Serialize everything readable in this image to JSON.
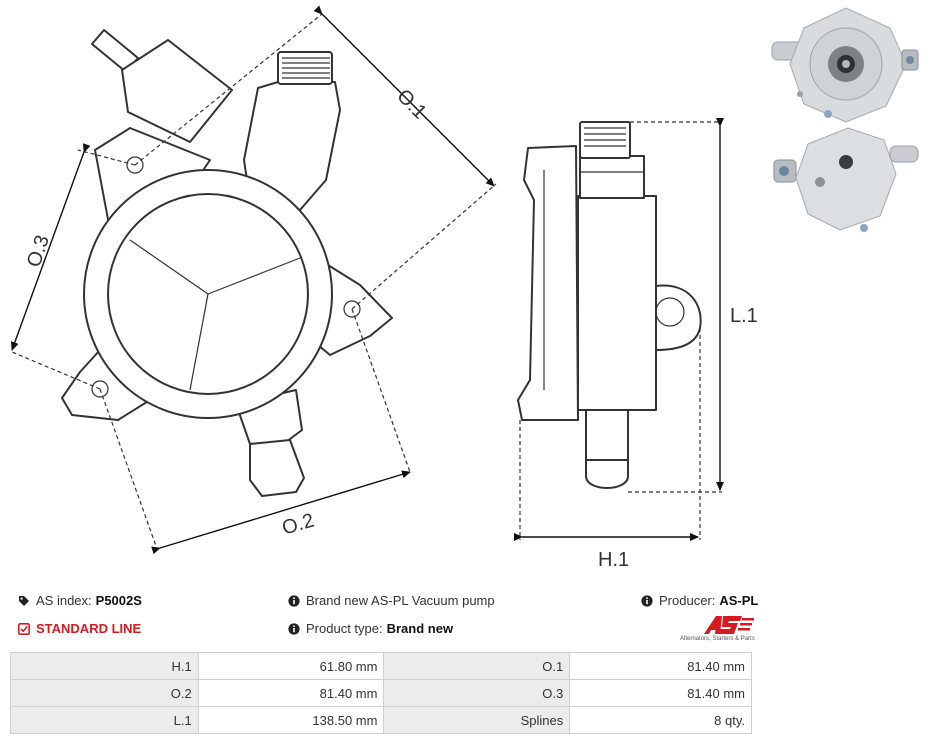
{
  "drawing": {
    "labels": {
      "o1": "O.1",
      "o2": "O.2",
      "o3": "O.3",
      "l1": "L.1",
      "h1": "H.1"
    }
  },
  "info": {
    "index_label": "AS index:",
    "index_value": "P5002S",
    "line_label": "STANDARD LINE",
    "description": "Brand new AS-PL Vacuum pump",
    "product_type_label": "Product type:",
    "product_type_value": "Brand new",
    "producer_label": "Producer:",
    "producer_value": "AS-PL"
  },
  "logo": {
    "mark": "AS",
    "tagline": "Alternators, Starters & Parts",
    "color": "#d71920"
  },
  "specs": {
    "rows": [
      [
        {
          "k": "H.1",
          "v": "61.80 mm"
        },
        {
          "k": "O.1",
          "v": "81.40 mm"
        }
      ],
      [
        {
          "k": "O.2",
          "v": "81.40 mm"
        },
        {
          "k": "O.3",
          "v": "81.40 mm"
        }
      ],
      [
        {
          "k": "L.1",
          "v": "138.50 mm"
        },
        {
          "k": "Splines",
          "v": "8 qty."
        }
      ]
    ]
  },
  "icons": {
    "tag": "tag-icon",
    "info": "info-icon",
    "check": "checkbox-icon"
  }
}
